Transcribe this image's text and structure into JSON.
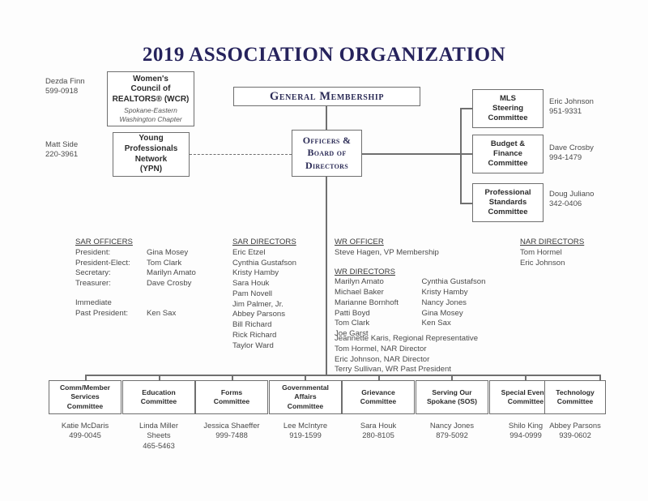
{
  "title": "2019 ASSOCIATION ORGANIZATION",
  "top_nodes": {
    "wcr": {
      "label": "Women's\nCouncil of\nREALTORS® (WCR)",
      "sublabel": "Spokane-Eastern\nWashington Chapter",
      "contact_name": "Dezda Finn",
      "contact_phone": "599-0918"
    },
    "ypn": {
      "label": "Young\nProfessionals\nNetwork\n(YPN)",
      "contact_name": "Matt Side",
      "contact_phone": "220-3961"
    },
    "general_membership": {
      "label": "General Membership"
    },
    "officers": {
      "label": "Officers &\nBoard of\nDirectors"
    }
  },
  "right_committees": [
    {
      "label": "MLS\nSteering\nCommittee",
      "contact_name": "Eric Johnson",
      "contact_phone": "951-9331"
    },
    {
      "label": "Budget &\nFinance\nCommittee",
      "contact_name": "Dave Crosby",
      "contact_phone": "994-1479"
    },
    {
      "label": "Professional\nStandards\nCommittee",
      "contact_name": "Doug Juliano",
      "contact_phone": "342-0406"
    }
  ],
  "sar_officers": {
    "heading": "SAR OFFICERS",
    "rows": [
      {
        "role": "President:",
        "name": "Gina Mosey"
      },
      {
        "role": "President-Elect:",
        "name": "Tom Clark"
      },
      {
        "role": "Secretary:",
        "name": "Marilyn Amato"
      },
      {
        "role": "Treasurer:",
        "name": "Dave Crosby"
      }
    ],
    "immediate_label": "Immediate",
    "past_president_label": "Past President:",
    "past_president_name": "Ken Sax"
  },
  "sar_directors": {
    "heading": "SAR DIRECTORS",
    "names": [
      "Eric Etzel",
      "Cynthia Gustafson",
      "Kristy Hamby",
      "Sara Houk",
      "Pam Novell",
      "Jim Palmer, Jr.",
      "Abbey Parsons",
      "Bill Richard",
      "Rick Richard",
      "Taylor Ward"
    ]
  },
  "wr_officer": {
    "heading": "WR OFFICER",
    "name": "Steve Hagen, VP Membership"
  },
  "wr_directors": {
    "heading": "WR DIRECTORS",
    "column_1": [
      "Marilyn Amato",
      "Michael Baker",
      "Marianne Bornhoft",
      "Patti Boyd",
      "Tom Clark",
      "Joe Garst"
    ],
    "column_2": [
      "Cynthia Gustafson",
      "Kristy Hamby",
      "Nancy Jones",
      "Gina Mosey",
      "Ken Sax"
    ]
  },
  "wr_extra": [
    "Jeannette Karis, Regional Representative",
    "Tom Hormel, NAR Director",
    "Eric Johnson, NAR Director",
    "Terry Sullivan, WR Past President"
  ],
  "nar_directors": {
    "heading": "NAR DIRECTORS",
    "names": [
      "Tom Hormel",
      "Eric Johnson"
    ]
  },
  "bottom_committees": [
    {
      "label": "Comm/Member\nServices\nCommittee",
      "contact_name": "Katie McDaris",
      "contact_phone": "499-0045"
    },
    {
      "label": "Education\nCommittee",
      "contact_name": "Linda Miller\nSheets",
      "contact_phone": "465-5463"
    },
    {
      "label": "Forms\nCommittee",
      "contact_name": "Jessica Shaeffer",
      "contact_phone": "999-7488"
    },
    {
      "label": "Governmental\nAffairs\nCommittee",
      "contact_name": "Lee McIntyre",
      "contact_phone": "919-1599"
    },
    {
      "label": "Grievance\nCommittee",
      "contact_name": "Sara Houk",
      "contact_phone": "280-8105"
    },
    {
      "label": "Serving Our\nSpokane (SOS)",
      "contact_name": "Nancy Jones",
      "contact_phone": "879-5092"
    },
    {
      "label": "Special Events\nCommittee",
      "contact_name": "Shilo King",
      "contact_phone": "994-0999"
    },
    {
      "label": "Technology\nCommittee",
      "contact_name": "Abbey Parsons",
      "contact_phone": "939-0602"
    }
  ],
  "colors": {
    "title": "#26235c",
    "box_border": "#6f6f6f",
    "text": "#3b3b3b",
    "background": "#fdfdfd"
  }
}
